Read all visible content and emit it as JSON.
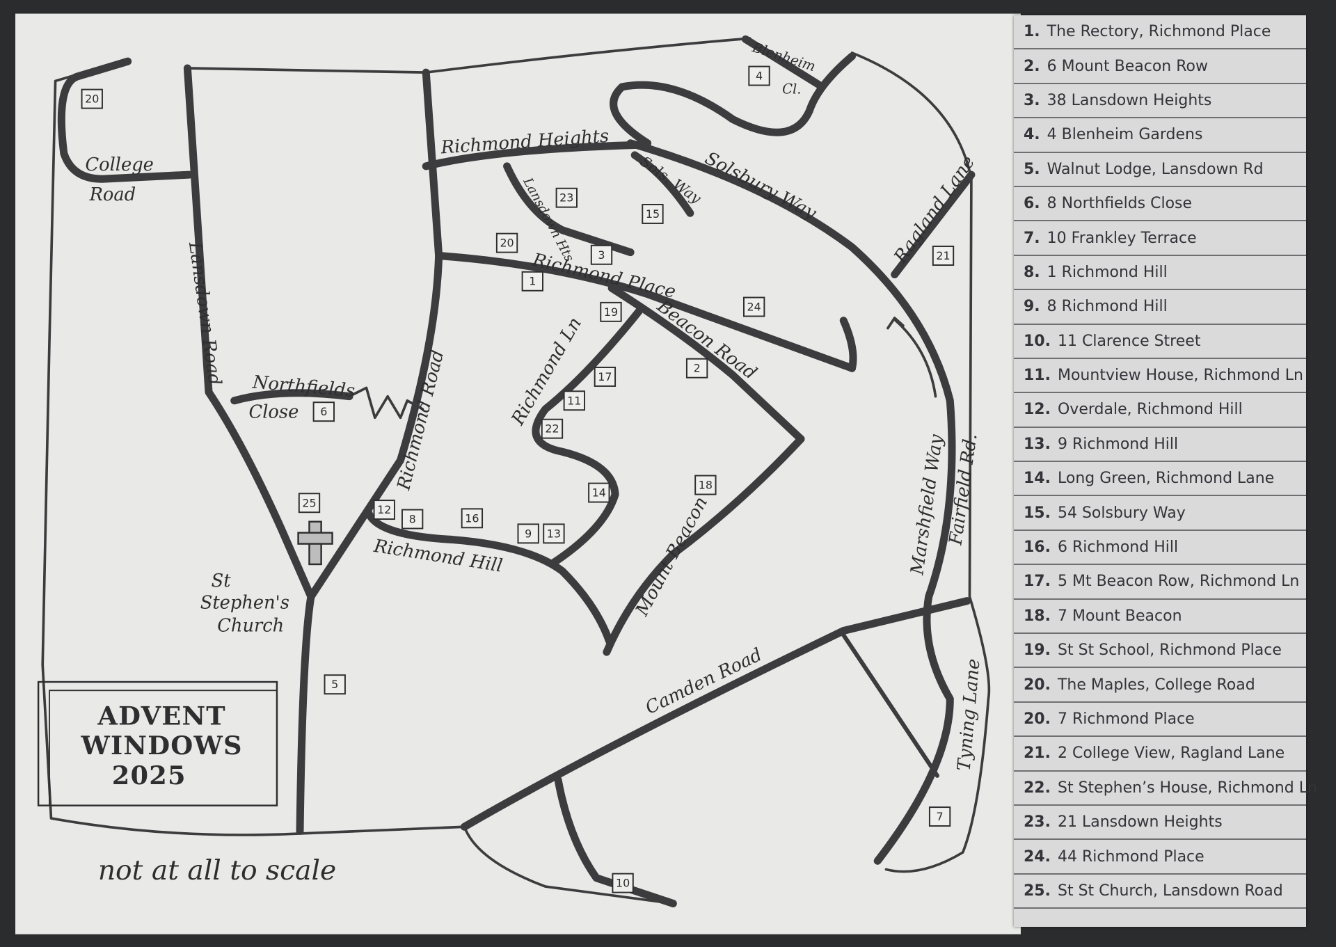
{
  "title_block": {
    "line1": "ADVENT",
    "line2": "WINDOWS",
    "year": "2025"
  },
  "note": "not at all to scale",
  "streets": {
    "college_road_1": "College",
    "college_road_2": "Road",
    "lansdown_road": "Lansdown Road",
    "richmond_road": "Richmond Road",
    "richmond_heights": "Richmond Heights",
    "lansdown_hts": "Lansdown Hts.",
    "sols_way": "Sols. Way",
    "solsbury_way": "Solsbury Way",
    "blenheim": "Blenheim",
    "blenheim_cl": "Cl.",
    "ragland_lane": "Ragland Lane",
    "richmond_place": "Richmond Place",
    "beacon_road": "Beacon Road",
    "richmond_ln": "Richmond Ln",
    "northfields": "Northfields",
    "close": "Close",
    "richmond_hill": "Richmond Hill",
    "mount_beacon": "Mount Beacon",
    "church_1": "St",
    "church_2": "Stephen's",
    "church_3": "Church",
    "marshfield_way": "Marshfield Way",
    "fairfield_rd": "Fairfield Rd.",
    "camden_road": "Camden Road",
    "tyning_lane": "Tyning Lane"
  },
  "markers": [
    "20",
    "4",
    "23",
    "15",
    "3",
    "20",
    "1",
    "21",
    "19",
    "24",
    "2",
    "17",
    "11",
    "22",
    "6",
    "25",
    "12",
    "8",
    "16",
    "9",
    "13",
    "14",
    "18",
    "5",
    "7",
    "10"
  ],
  "legend": [
    {
      "n": "1.",
      "t": "The Rectory, Richmond Place"
    },
    {
      "n": "2.",
      "t": "6 Mount Beacon Row"
    },
    {
      "n": "3.",
      "t": "38 Lansdown Heights"
    },
    {
      "n": "4.",
      "t": "4 Blenheim Gardens"
    },
    {
      "n": "5.",
      "t": "Walnut Lodge, Lansdown Rd"
    },
    {
      "n": "6.",
      "t": "8 Northfields Close"
    },
    {
      "n": "7.",
      "t": "10 Frankley Terrace"
    },
    {
      "n": "8.",
      "t": "1 Richmond Hill"
    },
    {
      "n": "9.",
      "t": "8 Richmond Hill"
    },
    {
      "n": "10.",
      "t": "11 Clarence Street"
    },
    {
      "n": "11.",
      "t": "Mountview House, Richmond Ln"
    },
    {
      "n": "12.",
      "t": "Overdale, Richmond Hill"
    },
    {
      "n": "13.",
      "t": "9 Richmond Hill"
    },
    {
      "n": "14.",
      "t": "Long Green, Richmond Lane"
    },
    {
      "n": "15.",
      "t": "54 Solsbury Way"
    },
    {
      "n": "16.",
      "t": "6 Richmond Hill"
    },
    {
      "n": "17.",
      "t": "5 Mt Beacon Row, Richmond Ln"
    },
    {
      "n": "18.",
      "t": "7 Mount Beacon"
    },
    {
      "n": "19.",
      "t": "St St School, Richmond Place"
    },
    {
      "n": "20.",
      "t": "The Maples, College Road"
    },
    {
      "n": "20.",
      "t": "7 Richmond Place"
    },
    {
      "n": "21.",
      "t": "2 College View, Ragland Lane"
    },
    {
      "n": "22.",
      "t": "St Stephen’s House, Richmond Ln"
    },
    {
      "n": "23.",
      "t": "21 Lansdown Heights"
    },
    {
      "n": "24.",
      "t": "44 Richmond Place"
    },
    {
      "n": "25.",
      "t": "St St Church, Lansdown Road"
    }
  ]
}
